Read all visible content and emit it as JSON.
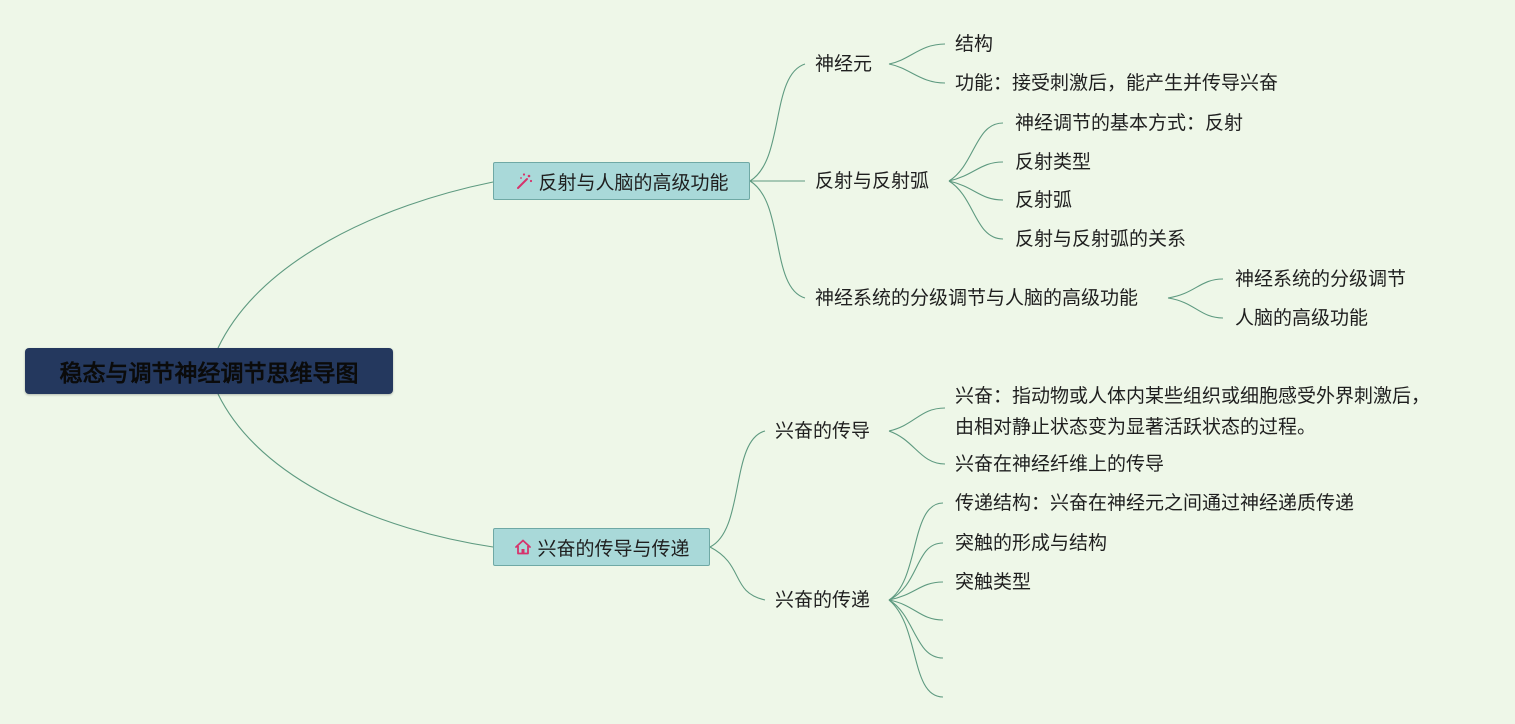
{
  "root": {
    "label": "稳态与调节神经调节思维导图"
  },
  "branches": {
    "reflex": {
      "label": "反射与人脑的高级功能",
      "icon": "magic-wand-icon"
    },
    "excitation": {
      "label": "兴奋的传导与传递",
      "icon": "house-icon"
    }
  },
  "topics": {
    "neuron": "神经元",
    "reflex_arc": "反射与反射弧",
    "hierarchical": "神经系统的分级调节与人脑的高级功能",
    "conduction": "兴奋的传导",
    "transmission": "兴奋的传递"
  },
  "leaves": {
    "neuron_structure": "结构",
    "neuron_function": "功能：接受刺激后，能产生并传导兴奋",
    "basic_mode": "神经调节的基本方式：反射",
    "reflex_types": "反射类型",
    "reflex_arc": "反射弧",
    "relation": "反射与反射弧的关系",
    "hier_regulation": "神经系统的分级调节",
    "brain_functions": "人脑的高级功能",
    "excitation_def_line1": "兴奋：指动物或人体内某些组织或细胞感受外界刺激后，",
    "excitation_def_line2": "由相对静止状态变为显著活跃状态的过程。",
    "fiber_conduction": "兴奋在神经纤维上的传导",
    "transmission_structure": "传递结构：兴奋在神经元之间通过神经递质传递",
    "synapse_formation": "突触的形成与结构",
    "synapse_types": "突触类型"
  },
  "colors": {
    "background": "#eef7e8",
    "root_fill": "#24385e",
    "branch_fill": "#a9d9d9",
    "branch_border": "#6fa9a5",
    "connector": "#5e9a80",
    "icon_accent": "#d6336c"
  }
}
